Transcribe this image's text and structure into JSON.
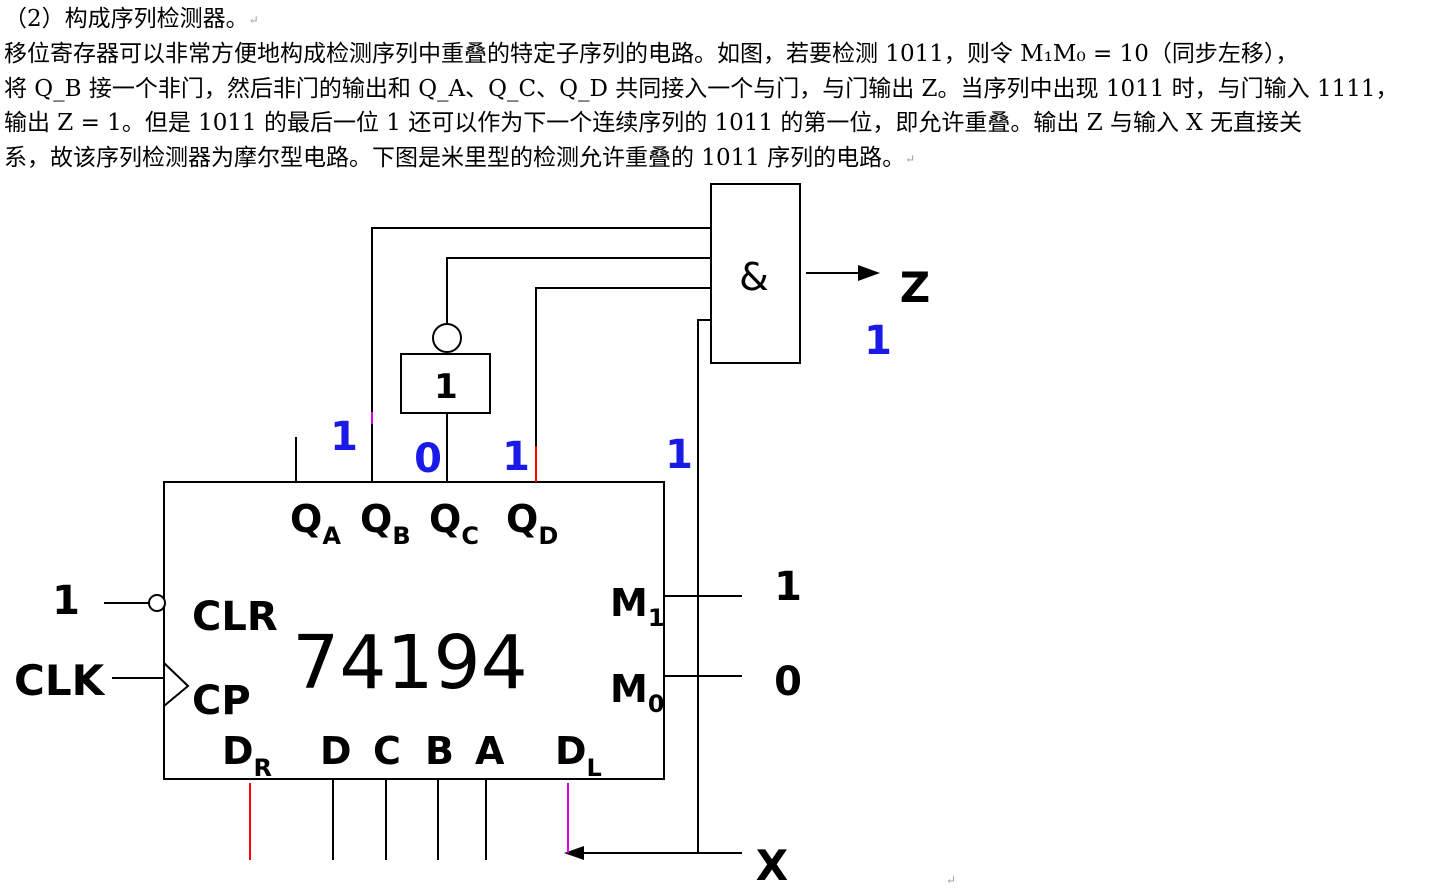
{
  "text": {
    "heading": "（2）构成序列检测器。",
    "line1": "移位寄存器可以非常方便地构成检测序列中重叠的特定子序列的电路。如图，若要检测 1011，则令 M₁M₀ = 10（同步左移），",
    "line2": "将 Q_B 接一个非门，然后非门的输出和 Q_A、Q_C、Q_D 共同接入一个与门，与门输出 Z。当序列中出现 1011 时，与门输入 1111，",
    "line3": "输出 Z = 1。但是 1011 的最后一位 1 还可以作为下一个连续序列的 1011 的第一位，即允许重叠。输出 Z 与输入 X 无直接关",
    "line4": "系，故该序列检测器为摩尔型电路。下图是米里型的检测允许重叠的 1011 序列的电路。",
    "return_mark": "↵"
  },
  "diagram": {
    "chip_name": "74194",
    "outputs": [
      {
        "label": "Q",
        "sub": "A"
      },
      {
        "label": "Q",
        "sub": "B"
      },
      {
        "label": "Q",
        "sub": "C"
      },
      {
        "label": "Q",
        "sub": "D"
      }
    ],
    "left_pins": {
      "clr": "CLR",
      "cp": "CP"
    },
    "right_pins": [
      {
        "label": "M",
        "sub": "1"
      },
      {
        "label": "M",
        "sub": "0"
      }
    ],
    "bottom_pins": [
      {
        "label": "D",
        "sub": "R"
      },
      {
        "label": "D",
        "sub": ""
      },
      {
        "label": "C",
        "sub": ""
      },
      {
        "label": "B",
        "sub": ""
      },
      {
        "label": "A",
        "sub": ""
      },
      {
        "label": "D",
        "sub": "L"
      }
    ],
    "clr_input": "1",
    "clk_input": "CLK",
    "m1_value": "1",
    "m0_value": "0",
    "not_gate": "1",
    "and_gate": "&",
    "output": "Z",
    "input": "X",
    "state_values": {
      "qa": "1",
      "qb": "0",
      "qc": "1",
      "x": "1",
      "z": "1"
    },
    "colors": {
      "blue": "#1a1ae6",
      "red": "#ff0000",
      "magenta": "#dd00dd",
      "black": "#000000"
    }
  }
}
